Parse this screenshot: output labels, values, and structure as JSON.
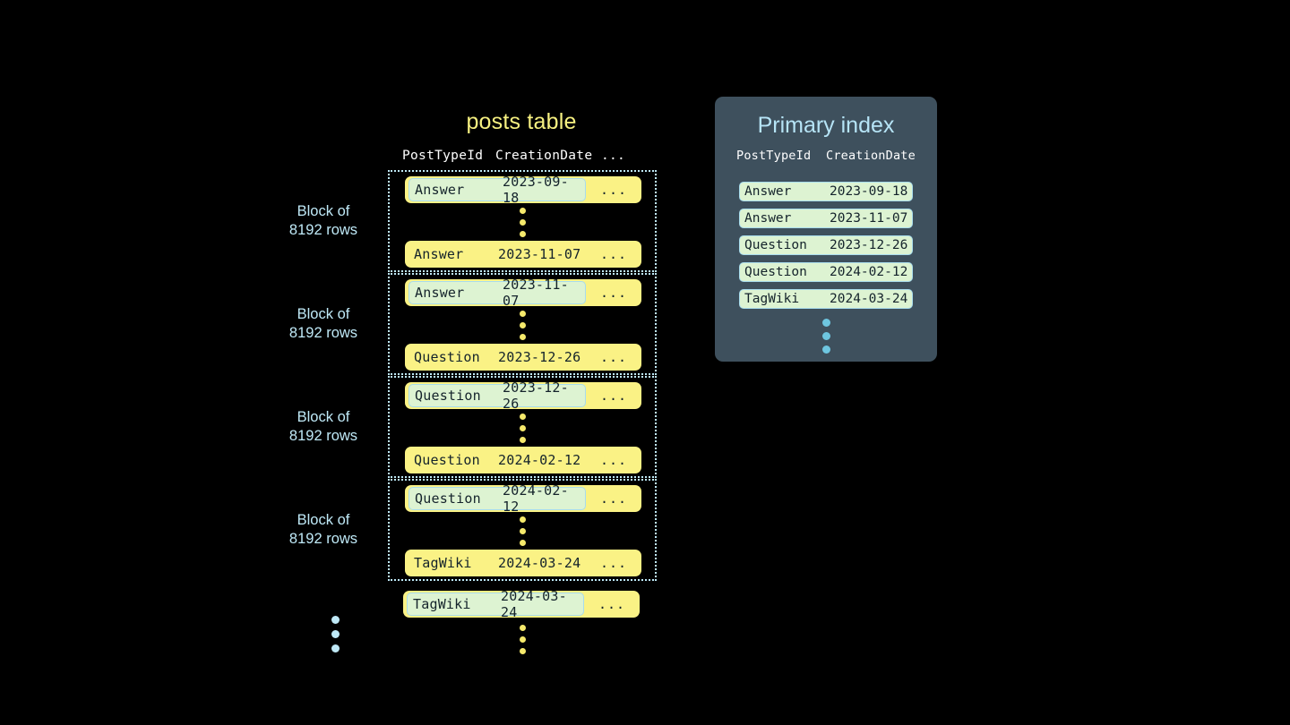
{
  "background_color": "#000000",
  "colors": {
    "yellow_row": "#faf285",
    "mint_highlight": "#ddf3d2",
    "highlight_border": "#a8dced",
    "light_blue_text": "#bfe9f7",
    "panel_background": "#3e505d",
    "panel_title": "#b6e4f6",
    "yellow_title": "#f7f181",
    "dark_text": "#14232b",
    "index_dot": "#6ec6e0",
    "table_dot": "#f5e96b"
  },
  "posts_table": {
    "title": "posts table",
    "columns": [
      "PostTypeId",
      "CreationDate",
      "..."
    ],
    "ellipsis": "...",
    "blocks": [
      {
        "label": "Block of\n8192 rows",
        "first_row": {
          "post_type_id": "Answer",
          "creation_date": "2023-09-18",
          "more": "...",
          "highlighted": true
        },
        "last_row": {
          "post_type_id": "Answer",
          "creation_date": "2023-11-07",
          "more": "...",
          "highlighted": false
        }
      },
      {
        "label": "Block of\n8192 rows",
        "first_row": {
          "post_type_id": "Answer",
          "creation_date": "2023-11-07",
          "more": "...",
          "highlighted": true
        },
        "last_row": {
          "post_type_id": "Question",
          "creation_date": "2023-12-26",
          "more": "...",
          "highlighted": false
        }
      },
      {
        "label": "Block of\n8192 rows",
        "first_row": {
          "post_type_id": "Question",
          "creation_date": "2023-12-26",
          "more": "...",
          "highlighted": true
        },
        "last_row": {
          "post_type_id": "Question",
          "creation_date": "2024-02-12",
          "more": "...",
          "highlighted": false
        }
      },
      {
        "label": "Block of\n8192 rows",
        "first_row": {
          "post_type_id": "Question",
          "creation_date": "2024-02-12",
          "more": "...",
          "highlighted": true
        },
        "last_row": {
          "post_type_id": "TagWiki",
          "creation_date": "2024-03-24",
          "more": "...",
          "highlighted": false
        }
      }
    ],
    "trailing_row": {
      "post_type_id": "TagWiki",
      "creation_date": "2024-03-24",
      "more": "...",
      "highlighted": true
    }
  },
  "primary_index": {
    "title": "Primary index",
    "columns": [
      "PostTypeId",
      "CreationDate"
    ],
    "rows": [
      {
        "post_type_id": "Answer",
        "creation_date": "2023-09-18"
      },
      {
        "post_type_id": "Answer",
        "creation_date": "2023-11-07"
      },
      {
        "post_type_id": "Question",
        "creation_date": "2023-12-26"
      },
      {
        "post_type_id": "Question",
        "creation_date": "2024-02-12"
      },
      {
        "post_type_id": "TagWiki",
        "creation_date": "2024-03-24"
      }
    ]
  }
}
